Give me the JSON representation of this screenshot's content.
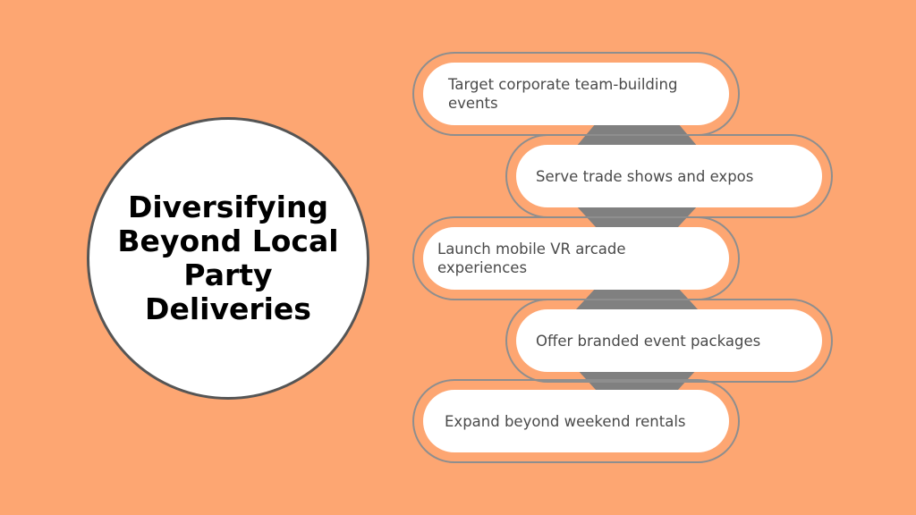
{
  "title": "Diversifying Beyond Local Party Deliveries",
  "steps": [
    "Target corporate team-building events",
    "Serve trade shows and expos",
    "Launch mobile VR arcade experiences",
    "Offer branded event packages",
    "Expand beyond weekend rentals"
  ],
  "colors": {
    "background": "#FDA672",
    "card": "#FFFFFF",
    "connector": "#808080",
    "outline": "#8E8E8E",
    "circle_border": "#555555",
    "title_text": "#000000",
    "step_text": "#4A4A4A"
  }
}
